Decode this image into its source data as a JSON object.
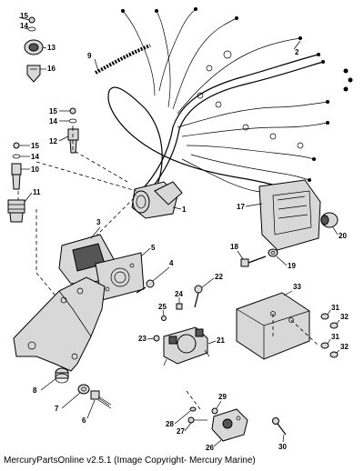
{
  "caption": "MercuryPartsOnline v2.5.1 (Image Copyright- Mercury Marine)",
  "callouts": [
    "1",
    "2",
    "3",
    "4",
    "5",
    "6",
    "7",
    "8",
    "9",
    "10",
    "11",
    "12",
    "13",
    "14",
    "15",
    "16",
    "17",
    "18",
    "19",
    "20",
    "21",
    "22",
    "23",
    "24",
    "25",
    "26",
    "27",
    "28",
    "29",
    "30",
    "31",
    "32",
    "33"
  ],
  "repeated_callouts": [
    "14",
    "15",
    "31",
    "32"
  ]
}
